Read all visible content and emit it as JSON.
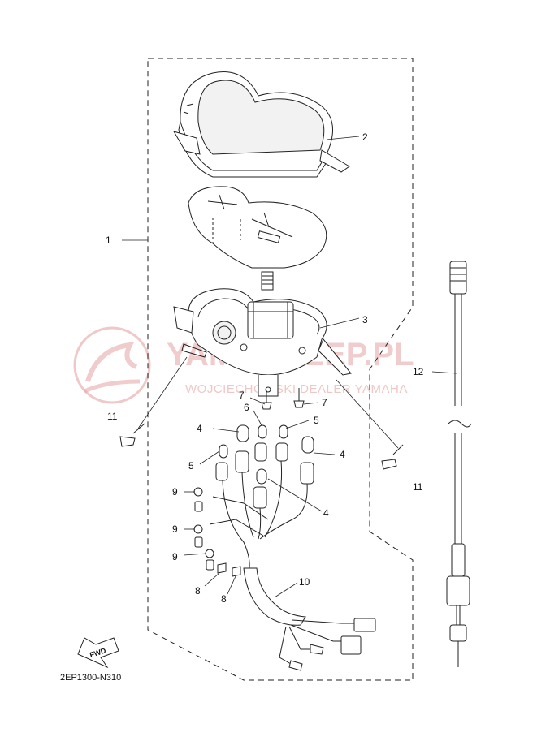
{
  "diagram": {
    "code": "2EP1300-N310",
    "fwd": "FWD",
    "watermark": {
      "brand": "YAMASKLEP.PL",
      "dealer": "WOJCIECHOWSKI DEALER YAMAHA"
    },
    "callouts": {
      "c1": "1",
      "c2": "2",
      "c3": "3",
      "c4a": "4",
      "c4b": "4",
      "c4c": "4",
      "c5a": "5",
      "c5b": "5",
      "c6": "6",
      "c7a": "7",
      "c7b": "7",
      "c8a": "8",
      "c8b": "8",
      "c9a": "9",
      "c9b": "9",
      "c9c": "9",
      "c10": "10",
      "c11a": "11",
      "c11b": "11",
      "c12": "12"
    }
  },
  "colors": {
    "line": "#222222",
    "watermark": "#e6a3a3"
  }
}
